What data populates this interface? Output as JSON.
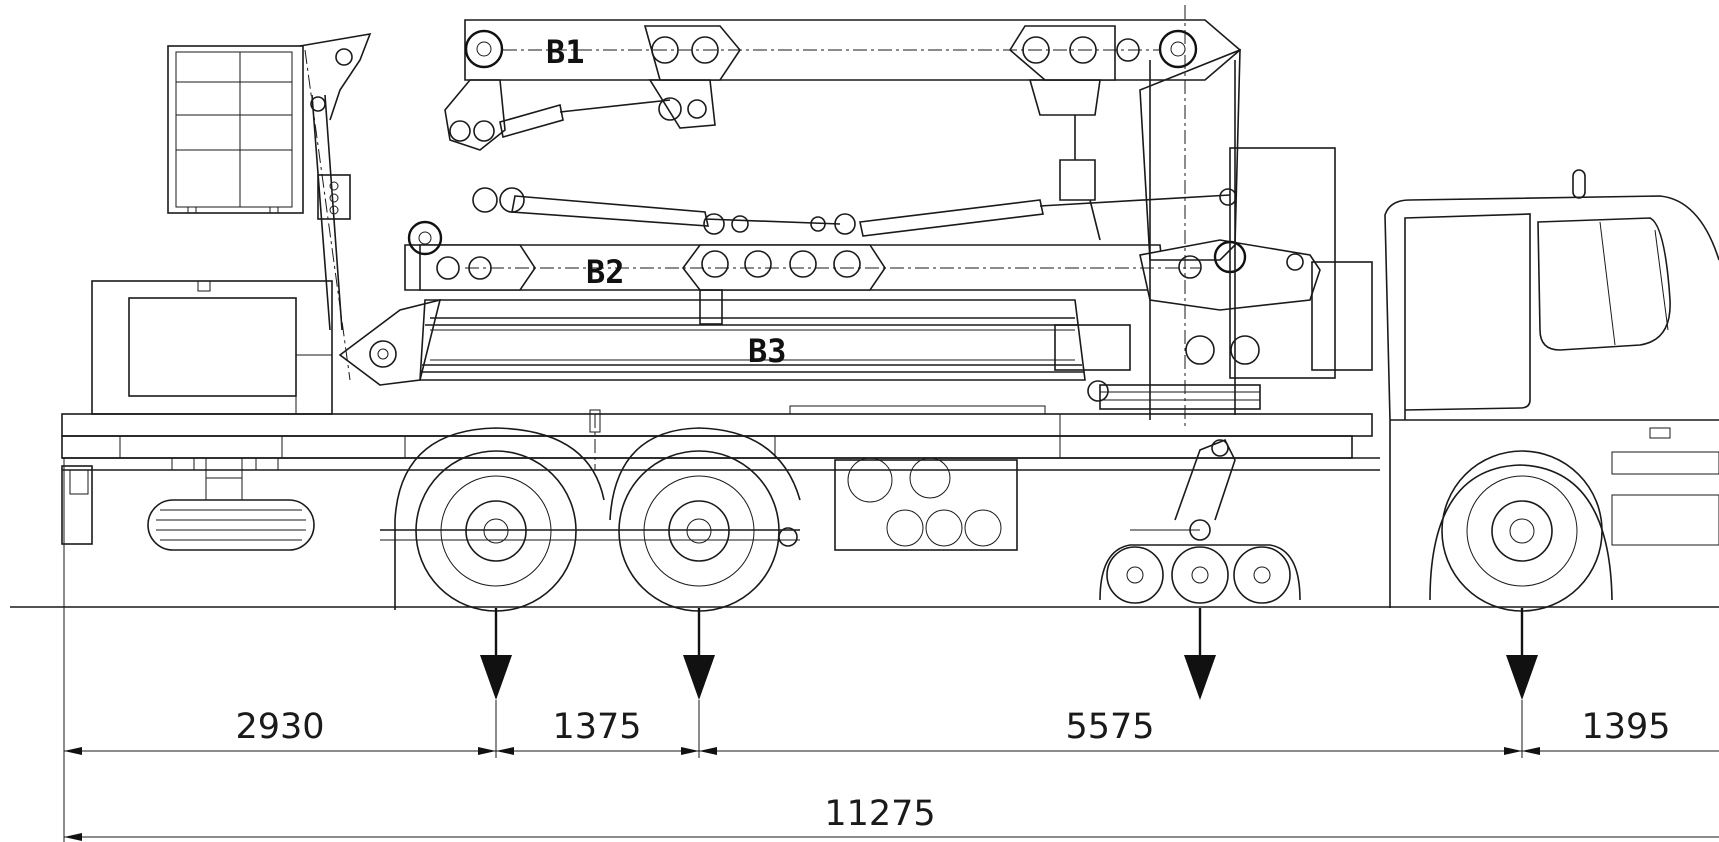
{
  "boom_labels": {
    "b1": "B1",
    "b2": "B2",
    "b3": "B3"
  },
  "dimensions": {
    "segments": [
      "2930",
      "1375",
      "5575",
      "1395"
    ],
    "total": "11275"
  }
}
